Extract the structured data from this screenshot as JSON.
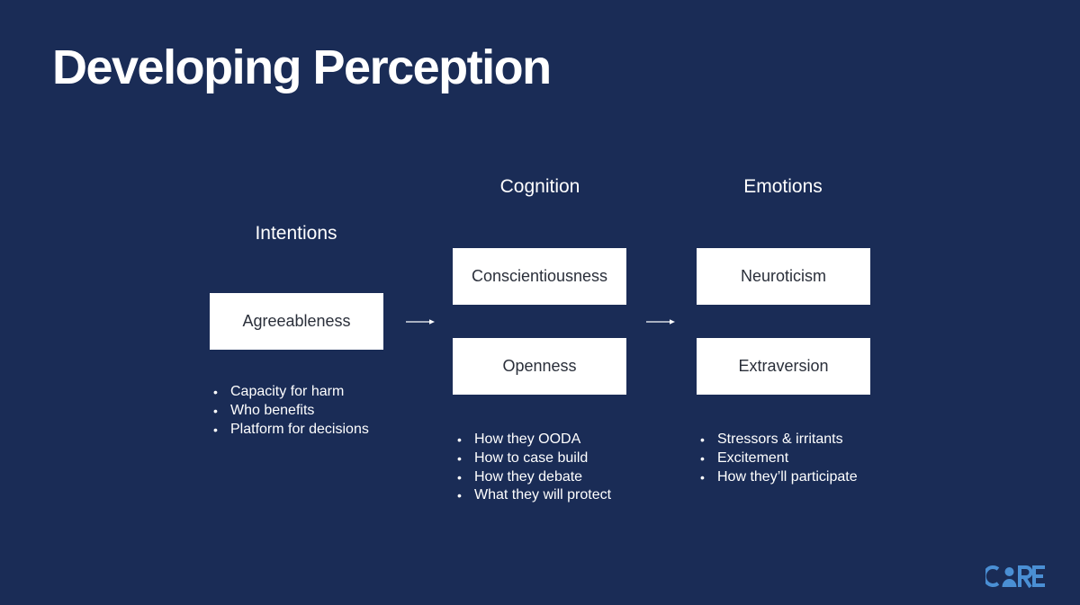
{
  "slide": {
    "title": "Developing Perception"
  },
  "columns": [
    {
      "heading": "Intentions",
      "boxes": [
        "Agreeableness"
      ],
      "bullets": [
        "Capacity for harm",
        "Who benefits",
        "Platform for decisions"
      ]
    },
    {
      "heading": "Cognition",
      "boxes": [
        "Conscientiousness",
        "Openness"
      ],
      "bullets": [
        "How they OODA",
        "How to case build",
        "How they debate",
        "What they will protect"
      ]
    },
    {
      "heading": "Emotions",
      "boxes": [
        "Neuroticism",
        "Extraversion"
      ],
      "bullets": [
        "Stressors & irritants",
        "Excitement",
        "How they’ll participate"
      ]
    }
  ],
  "logo": {
    "text": "CORE",
    "color": "#4a8fd4"
  },
  "colors": {
    "background": "#1a2c56",
    "box": "#ffffff",
    "box_text": "#2a2f3a",
    "text": "#ffffff"
  }
}
